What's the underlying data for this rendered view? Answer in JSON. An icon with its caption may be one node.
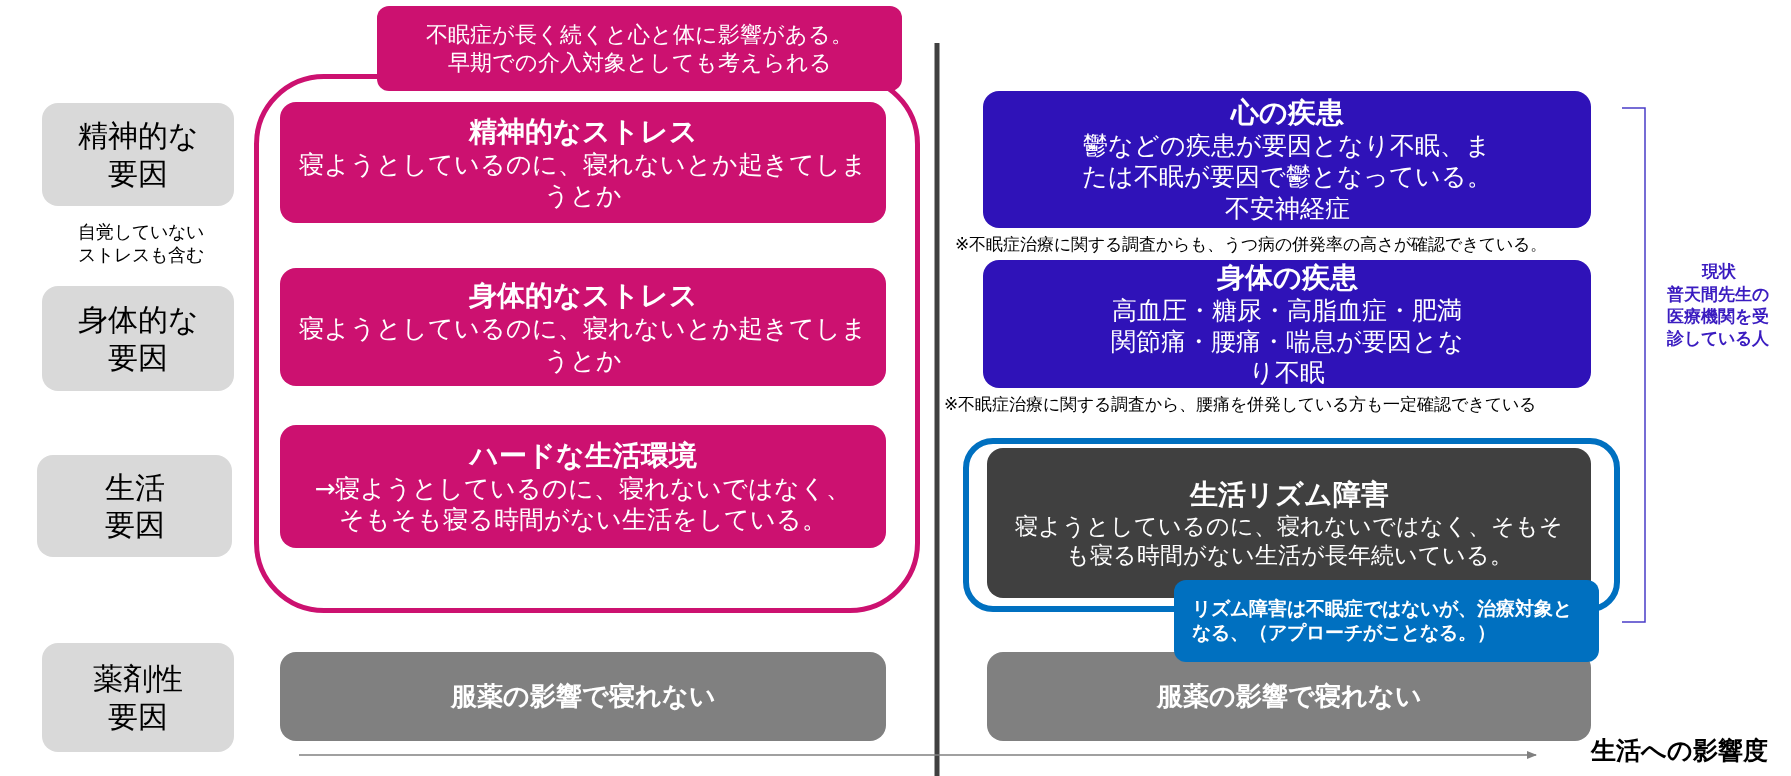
{
  "diagram": {
    "nodes": [
      {
        "text": [
          "不眠症が長く続くと心と体に影響がある。早期での介入対象としても考えられる"
        ]
      },
      {
        "text": [
          "精神的な要因"
        ]
      },
      {
        "text": [],
        "shape": "box"
      },
      {
        "text": [
          "精神的なストレス",
          "寝ようとしているのに、寝れないとか起きてしまうとか"
        ],
        "in": 2
      },
      {
        "text": [
          "心の疾患",
          "鬱などの疾患が要因となり不眠、または不眠が要因で鬱となっている。不安神経症"
        ]
      },
      {
        "text": [
          "身体的な要因"
        ]
      },
      {
        "text": [
          "身体的なストレス",
          "寝ようとしているのに、寝れないとか起きてしまうとか"
        ],
        "in": 2
      },
      {
        "text": [
          "身体の疾患",
          "高血圧・糖尿・高脂血症・肥満関節痛・腰痛・喘息が要因となり不眠"
        ]
      },
      {
        "text": [
          "生活要因"
        ]
      },
      {
        "text": [
          "ハードな生活環境",
          "→寝ようとしているのに、寝れないではなく、そもそも寝る時間がない生活をしている。"
        ],
        "in": 2
      },
      {
        "text": [],
        "shape": "box"
      },
      {
        "text": [
          "生活リズム障害",
          "寝ようとしているのに、寝れないではなく、そもそも寝る時間がない生活が長年続いている。"
        ],
        "in": 10
      },
      {
        "text": [
          "リズム障害は不眠症ではないが、治療対象となる、（アプローチがことなる。）"
        ]
      },
      {
        "text": [
          "薬剤性要因"
        ]
      },
      {
        "text": [
          "服薬の影響で寝れない"
        ]
      },
      {
        "text": [
          "服薬の影響で寝れない"
        ]
      }
    ],
    "labels": [
      "自覚していないストレスも含む",
      "※不眠症治療に関する調査からも、うつ病の併発率の高さが確認できている。",
      "※不眠症治療に関する調査から、腰痛を併発している方も一定確認できている",
      "現状",
      "普天間先生の医療機関を受診している人",
      "生活への影響度"
    ]
  }
}
